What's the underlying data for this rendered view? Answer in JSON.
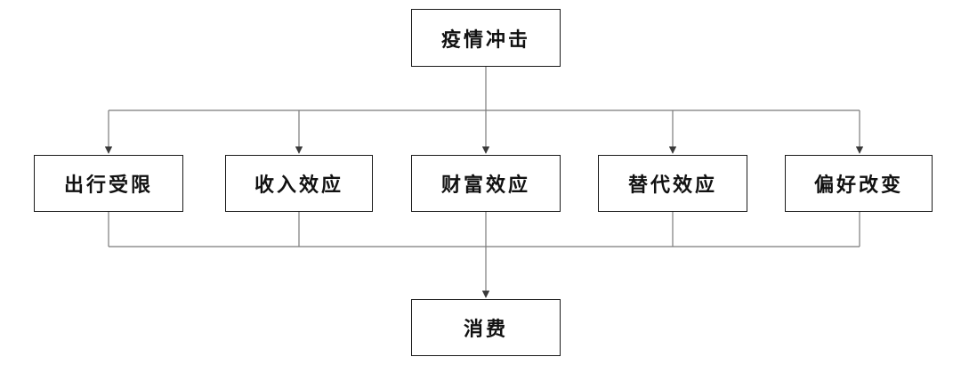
{
  "diagram": {
    "root": {
      "label": "疫情冲击"
    },
    "effects": [
      {
        "label": "出行受限"
      },
      {
        "label": "收入效应"
      },
      {
        "label": "财富效应"
      },
      {
        "label": "替代效应"
      },
      {
        "label": "偏好改变"
      }
    ],
    "outcome": {
      "label": "消费"
    },
    "colors": {
      "line": "#7a7a7a",
      "border": "#1a1a1a",
      "text": "#111111"
    }
  }
}
